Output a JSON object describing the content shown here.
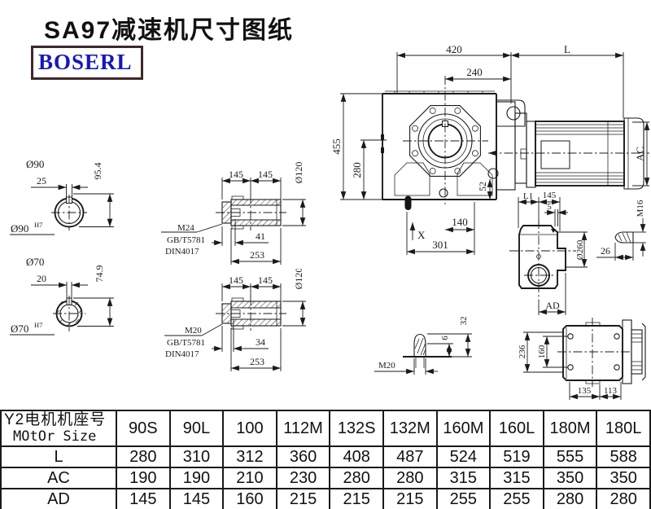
{
  "page": {
    "title": "SA97减速机尺寸图纸",
    "logo_text": "BOSERL"
  },
  "colors": {
    "line": "#1a1a1a",
    "logo_text": "#1717b8",
    "logo_border": "#402829"
  },
  "main_view": {
    "dim_420": "420",
    "dim_l": "L",
    "dim_240": "240",
    "dim_455": "455",
    "dim_280": "280",
    "dim_52": "52",
    "dim_140": "140",
    "dim_301": "301",
    "label_x": "X",
    "dim_ac": "AC"
  },
  "shaft90": {
    "title": "Ø90",
    "dim_key": "25",
    "dim_h": "95.4",
    "bore": "Ø90",
    "tol": "H7"
  },
  "shaft70": {
    "title": "Ø70",
    "dim_key": "20",
    "dim_h": "74.9",
    "bore": "Ø70",
    "tol": "H7"
  },
  "hollow1": {
    "dim_a": "145",
    "dim_b": "145",
    "dia": "Ø120",
    "thread": "M24",
    "std1": "GB/T5781",
    "std2": "DIN4017",
    "depth": "41",
    "total": "253"
  },
  "hollow2": {
    "dim_a": "145",
    "dim_b": "145",
    "dia": "Ø120",
    "thread": "M20",
    "std1": "GB/T5781",
    "std2": "DIN4017",
    "depth": "34",
    "total": "253"
  },
  "side_view": {
    "dim_l1": "L1",
    "dim_145": "145",
    "dim_5": "5",
    "thread": "M16",
    "dia": "Ø260",
    "dim_26": "26",
    "dim_ad": "AD"
  },
  "plug_view": {
    "thread": "M20",
    "dim_6": "6",
    "dim_32": "32"
  },
  "back_view": {
    "dim_236": "236",
    "dim_160": "160",
    "dim_135": "135",
    "dim_113": "113"
  },
  "table": {
    "header_cn": "Y2电机机座号",
    "header_en": "MOtOr Size",
    "columns": [
      "90S",
      "90L",
      "100",
      "112M",
      "132S",
      "132M",
      "160M",
      "160L",
      "180M",
      "180L"
    ],
    "rows": [
      {
        "label": "L",
        "values": [
          "280",
          "310",
          "312",
          "360",
          "408",
          "487",
          "524",
          "519",
          "555",
          "588"
        ]
      },
      {
        "label": "AC",
        "values": [
          "190",
          "190",
          "210",
          "230",
          "280",
          "280",
          "315",
          "315",
          "350",
          "350"
        ]
      },
      {
        "label": "AD",
        "values": [
          "145",
          "145",
          "160",
          "215",
          "215",
          "215",
          "255",
          "255",
          "280",
          "280"
        ]
      }
    ]
  }
}
